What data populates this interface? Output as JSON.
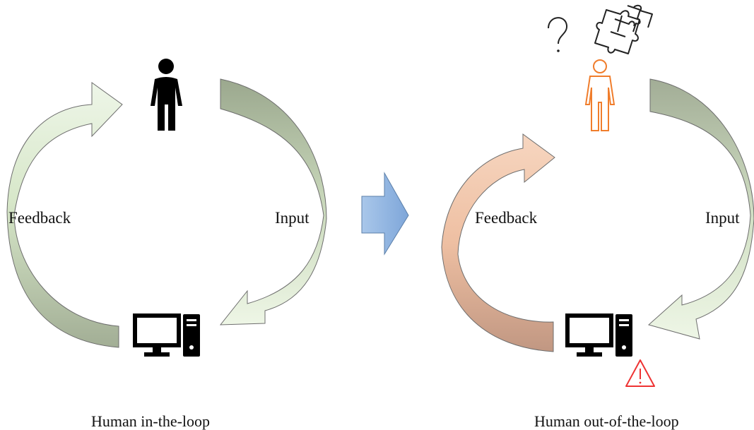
{
  "left_diagram": {
    "feedback_label": "Feedback",
    "input_label": "Input",
    "caption": "Human in-the-loop"
  },
  "right_diagram": {
    "feedback_label": "Feedback",
    "input_label": "Input",
    "caption": "Human out-of-the-loop"
  },
  "colors": {
    "feedback_left": "#e3efd9",
    "input_left": "#a9b59f",
    "feedback_right": "#f3c8ad",
    "input_right": "#b8c2ae",
    "transition_arrow": "#8fb4df",
    "human_left": "#000000",
    "human_right": "#f07d2c",
    "warning": "#ee3333"
  },
  "icons": [
    "person-icon",
    "computer-icon",
    "question-mark-icon",
    "puzzle-icon",
    "warning-icon"
  ]
}
